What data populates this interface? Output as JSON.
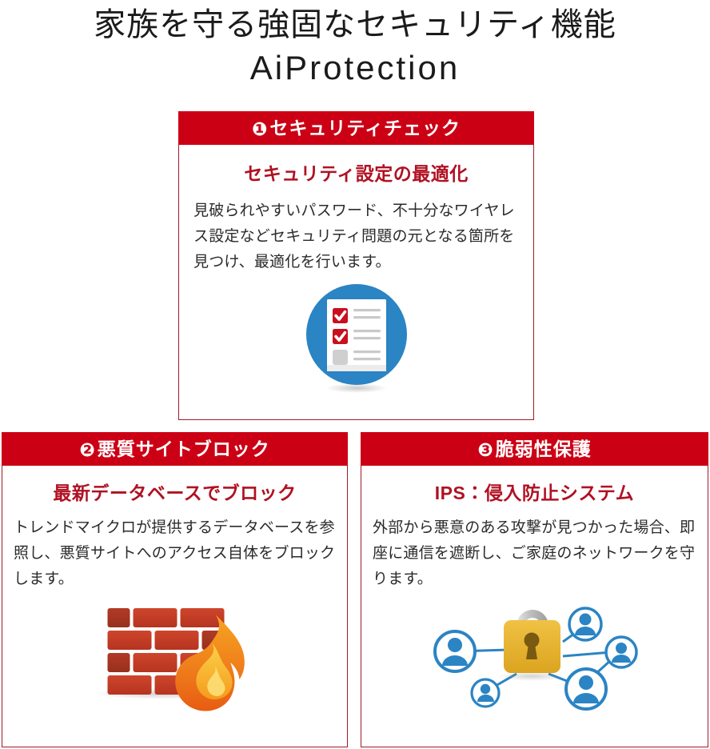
{
  "heading": {
    "line1": "家族を守る強固なセキュリティ機能",
    "line2": "AiProtection"
  },
  "theme": {
    "header_red": "#cc0015",
    "border_red": "#9e1b28",
    "subtitle_red": "#b01122",
    "body_text": "#2c2a2b",
    "accent_blue": "#2b84c4",
    "lock_gold": "#e8b837",
    "brick_red": "#c0392b",
    "flame_orange": "#f08b1d"
  },
  "cards": [
    {
      "number": "❶",
      "header": "セキュリティチェック",
      "subtitle": "セキュリティ設定の最適化",
      "body": "見破られやすいパスワード、不十分なワイヤレス設定などセキュリティ問題の元となる箇所を見つけ、最適化を行います。",
      "art": "checklist-badge-icon"
    },
    {
      "number": "❷",
      "header": "悪質サイトブロック",
      "subtitle": "最新データベースでブロック",
      "body": "トレンドマイクロが提供するデータベースを参照し、悪質サイトへのアクセス自体をブロックします。",
      "art": "firewall-brick-flame-icon"
    },
    {
      "number": "❸",
      "header": "脆弱性保護",
      "subtitle": "IPS：侵入防止システム",
      "body": "外部から悪意のある攻撃が見つかった場合、即座に通信を遮断し、ご家庭のネットワークを守ります。",
      "art": "padlock-network-icon"
    }
  ]
}
